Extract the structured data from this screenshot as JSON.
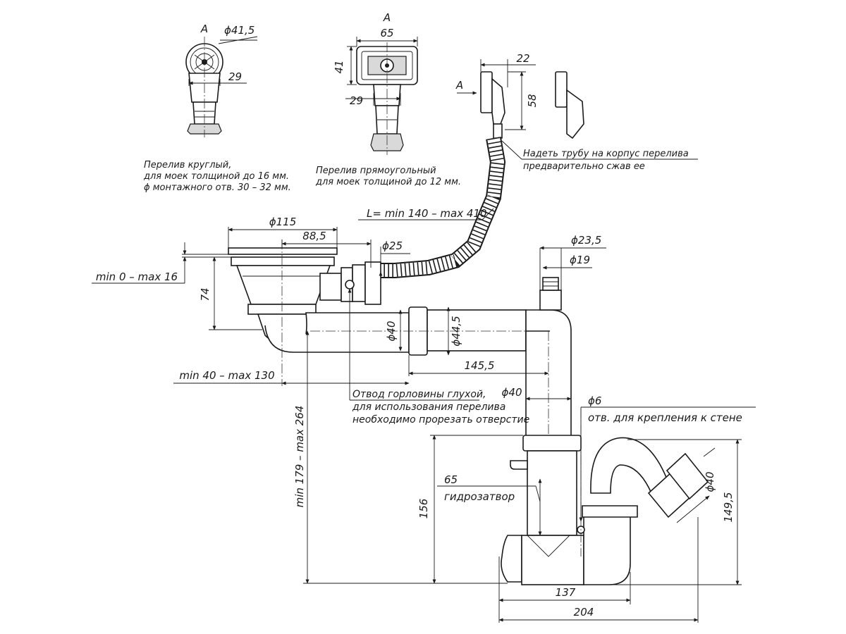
{
  "view_a_round": {
    "view_label": "A",
    "diameter": "ϕ41,5",
    "width": "29"
  },
  "view_a_rect": {
    "view_label": "A",
    "width": "65",
    "height": "41",
    "throat": "29"
  },
  "overflow_head": {
    "width": "22",
    "height": "58",
    "arrow_label": "A"
  },
  "notes": {
    "round_line1": "Перелив круглый,",
    "round_line2": "для моек толщиной до 16 мм.",
    "round_line3": "ϕ монтажного отв. 30 – 32 мм.",
    "rect_line1": "Перелив прямоугольный",
    "rect_line2": "для моек толщиной до 12 мм.",
    "tube_line1": "Надеть трубу на корпус перелива",
    "tube_line2": "предварительно сжав ее",
    "outlet_line1": "Отвод горловины глухой,",
    "outlet_line2": "для использования перелива",
    "outlet_line3": "необходимо прорезать отверстие"
  },
  "dims": {
    "hose_length": "L= min 140 – max 410",
    "sink_diameter": "ϕ115",
    "offset_88": "88,5",
    "hose_diameter": "ϕ25",
    "sink_thickness": "min 0 – max 16",
    "drain_height": "74",
    "pipe_inner": "ϕ40",
    "pipe_outer": "ϕ44,5",
    "pipe_length": "145,5",
    "horizontal_range": "min 40 – max 130",
    "vertical_range": "min 179 – max 264",
    "vertical_pipe": "ϕ40",
    "branch_outer": "ϕ23,5",
    "branch_inner": "ϕ19",
    "hole_diameter": "ϕ6",
    "wall_mount": "отв. для крепления к стене",
    "water_seal_value": "65",
    "water_seal_label": "гидрозатвор",
    "trap_height": "156",
    "outlet_height": "149,5",
    "outlet_diameter": "ϕ40",
    "trap_width": "137",
    "total_width": "204"
  }
}
